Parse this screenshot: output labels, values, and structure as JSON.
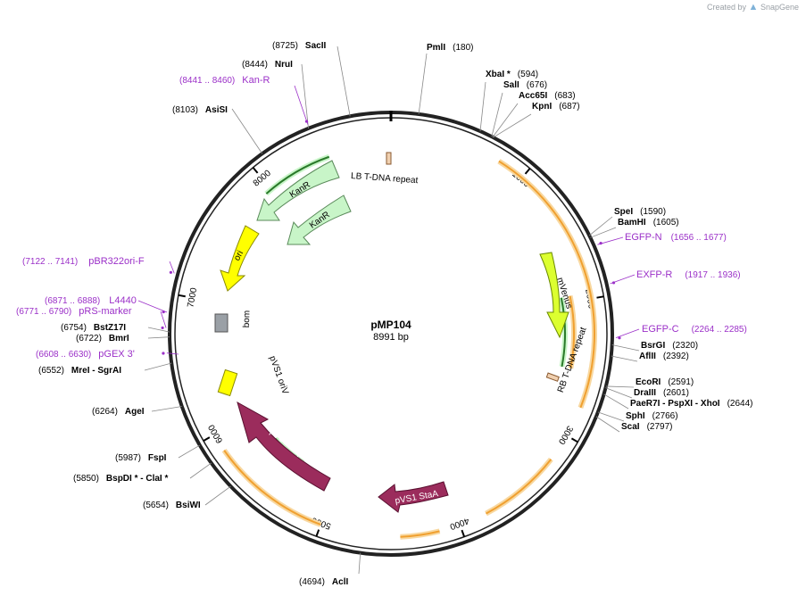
{
  "credit": {
    "prefix": "Created by",
    "brand": "SnapGene"
  },
  "plasmid": {
    "name": "pMP104",
    "size": "8991 bp",
    "length": 8991
  },
  "ticks": [
    "1000",
    "2000",
    "3000",
    "4000",
    "5000",
    "6000",
    "7000",
    "8000"
  ],
  "sites": [
    {
      "id": "pmli",
      "pos": "(180)",
      "name": "PmlI"
    },
    {
      "id": "xbai",
      "pos": "(594)",
      "name": "XbaI *"
    },
    {
      "id": "sali",
      "pos": "(676)",
      "name": "SalI"
    },
    {
      "id": "acc65i",
      "pos": "(683)",
      "name": "Acc65I"
    },
    {
      "id": "kpni",
      "pos": "(687)",
      "name": "KpnI"
    },
    {
      "id": "spei",
      "pos": "(1590)",
      "name": "SpeI"
    },
    {
      "id": "bamhi",
      "pos": "(1605)",
      "name": "BamHI"
    },
    {
      "id": "bsrgi",
      "pos": "(2320)",
      "name": "BsrGI"
    },
    {
      "id": "aflii",
      "pos": "(2392)",
      "name": "AflII"
    },
    {
      "id": "ecori",
      "pos": "(2591)",
      "name": "EcoRI"
    },
    {
      "id": "draiii",
      "pos": "(2601)",
      "name": "DraIII"
    },
    {
      "id": "paer7i",
      "pos": "(2644)",
      "name": "PaeR7I - PspXI - XhoI"
    },
    {
      "id": "sphi",
      "pos": "(2766)",
      "name": "SphI"
    },
    {
      "id": "scai",
      "pos": "(2797)",
      "name": "ScaI"
    },
    {
      "id": "acli",
      "pos": "(4694)",
      "name": "AclI"
    },
    {
      "id": "bsiwi",
      "pos": "(5654)",
      "name": "BsiWI"
    },
    {
      "id": "bspdi",
      "pos": "(5850)",
      "name": "BspDI * - ClaI *"
    },
    {
      "id": "fspi",
      "pos": "(5987)",
      "name": "FspI"
    },
    {
      "id": "agei",
      "pos": "(6264)",
      "name": "AgeI"
    },
    {
      "id": "mrei",
      "pos": "(6552)",
      "name": "MreI - SgrAI"
    },
    {
      "id": "bmri",
      "pos": "(6722)",
      "name": "BmrI"
    },
    {
      "id": "bstz17i",
      "pos": "(6754)",
      "name": "BstZ17I"
    },
    {
      "id": "asisi",
      "pos": "(8103)",
      "name": "AsiSI"
    },
    {
      "id": "nrui",
      "pos": "(8444)",
      "name": "NruI"
    },
    {
      "id": "sacii",
      "pos": "(8725)",
      "name": "SacII"
    }
  ],
  "primers": [
    {
      "id": "egfpn",
      "name": "EGFP-N",
      "range": "(1656 .. 1677)"
    },
    {
      "id": "exfpr",
      "name": "EXFP-R",
      "range": "(1917 .. 1936)"
    },
    {
      "id": "egfpc",
      "name": "EGFP-C",
      "range": "(2264 .. 2285)"
    },
    {
      "id": "pgex3",
      "name": "pGEX 3'",
      "range": "(6608 .. 6630)"
    },
    {
      "id": "prsmarker",
      "name": "pRS-marker",
      "range": "(6771 .. 6790)"
    },
    {
      "id": "l4440",
      "name": "L4440",
      "range": "(6871 .. 6888)"
    },
    {
      "id": "pbr322",
      "name": "pBR322ori-F",
      "range": "(7122 .. 7141)"
    },
    {
      "id": "kanr_primer",
      "name": "Kan-R",
      "range": "(8441 .. 8460)"
    }
  ],
  "features": [
    {
      "id": "lb",
      "name": "LB T-DNA repeat"
    },
    {
      "id": "kanr1",
      "name": "KanR"
    },
    {
      "id": "kanr2",
      "name": "KanR"
    },
    {
      "id": "ori",
      "name": "ori"
    },
    {
      "id": "bom",
      "name": "bom"
    },
    {
      "id": "pvs1oriv",
      "name": "pVS1 oriV"
    },
    {
      "id": "repa",
      "name": "pVS1 RepA"
    },
    {
      "id": "staa",
      "name": "pVS1 StaA"
    },
    {
      "id": "mvenus",
      "name": "mVenus"
    },
    {
      "id": "rb",
      "name": "RB T-DNA repeat"
    }
  ],
  "colors": {
    "backbone": "#222222",
    "primer": "#9b30c8",
    "orf": "#f0a030",
    "kanr_fill": "#c8f5c8",
    "ori_fill": "#ffff00",
    "repa_fill": "#9b2c5c",
    "mvenus_fill": "#dcff30",
    "bom_fill": "#9aa0a6",
    "tdna_fill": "#f0d0b0"
  }
}
